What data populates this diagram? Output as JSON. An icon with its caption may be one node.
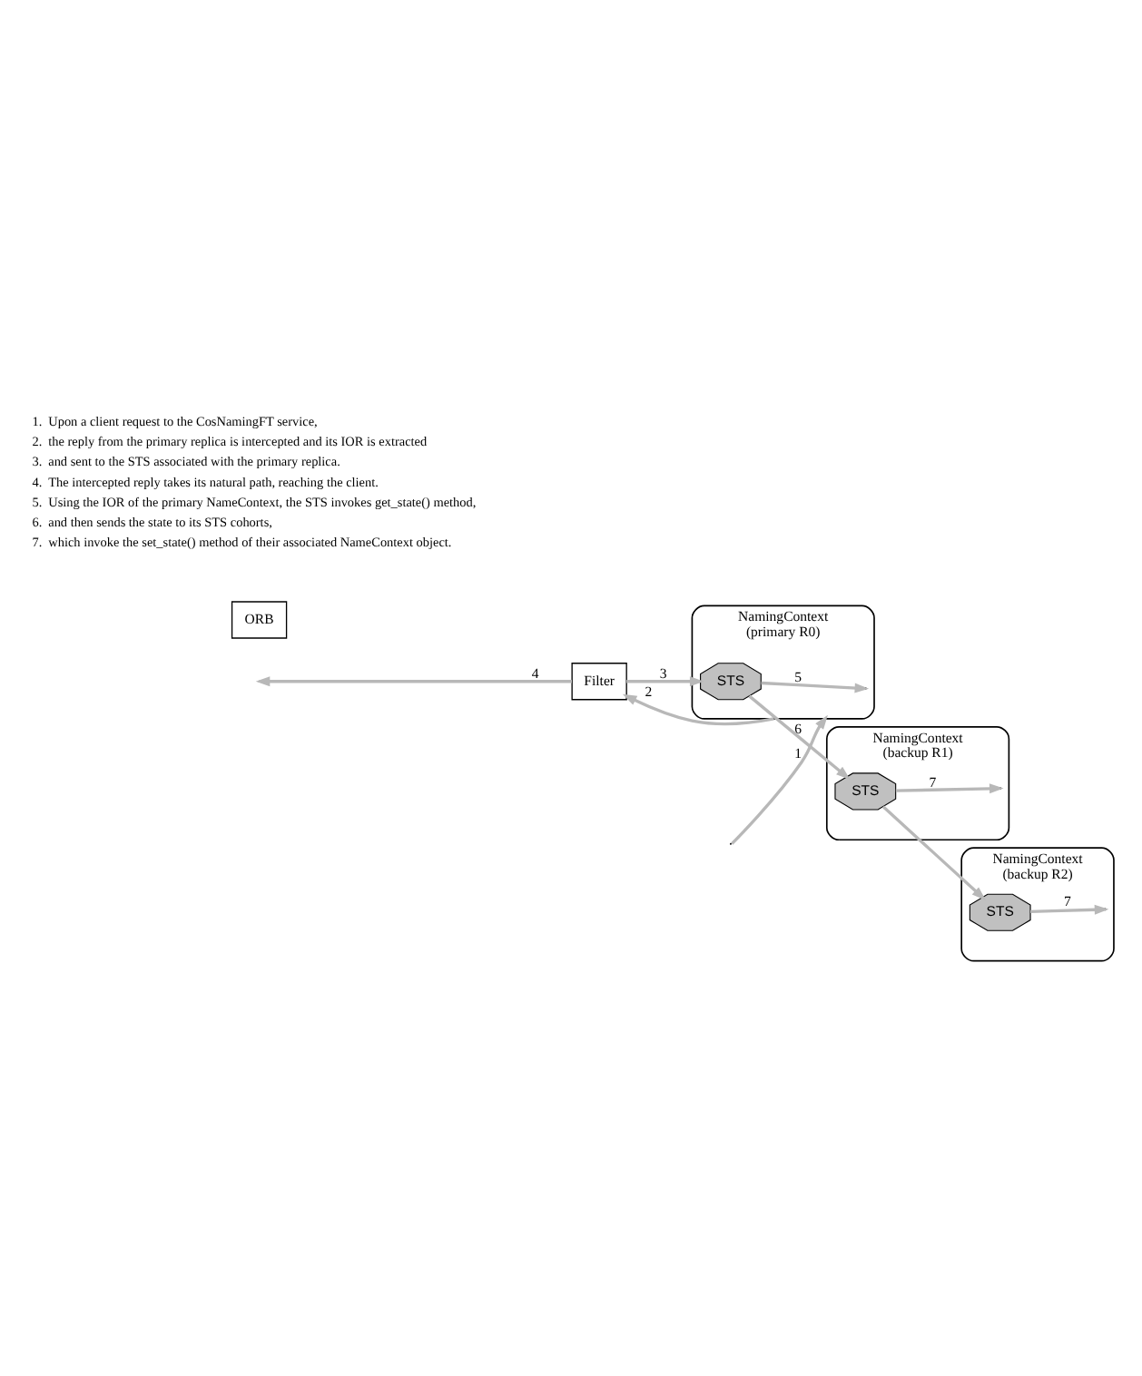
{
  "diagram": {
    "nodes": [
      {
        "text": [
          "NamingContext",
          "(primary R0)"
        ]
      },
      {
        "text": [
          "STS"
        ],
        "in": 0
      },
      {
        "text": [
          "NamingContext",
          "(backup R1)"
        ]
      },
      {
        "text": [
          "STS"
        ],
        "in": 2
      },
      {
        "text": [
          "NamingContext",
          "(backup R2)"
        ]
      },
      {
        "text": [
          "STS"
        ],
        "in": 4
      },
      {
        "text": [
          "Filter"
        ]
      },
      {
        "text": [
          "ORB"
        ]
      }
    ],
    "edges": [
      {
        "from": null,
        "to": 0,
        "arrow": "to",
        "label": "1"
      },
      {
        "from": 0,
        "to": 6,
        "arrow": "to",
        "label": "2"
      },
      {
        "from": 6,
        "to": 1,
        "arrow": "to",
        "label": "3"
      },
      {
        "from": 6,
        "to": null,
        "arrow": "to",
        "label": "4"
      },
      {
        "from": 1,
        "to": 0,
        "arrow": "to",
        "label": "5"
      },
      {
        "from": 1,
        "to": 3,
        "arrow": "to",
        "label": "6"
      },
      {
        "from": 3,
        "to": 5,
        "arrow": "to"
      },
      {
        "from": 3,
        "to": 2,
        "arrow": "to",
        "label": "7"
      },
      {
        "from": 5,
        "to": 4,
        "arrow": "to",
        "label": "7"
      }
    ],
    "labels": [
      "1.",
      "Upon a client request to the CosNamingFT service,",
      "2.",
      "the reply from the primary replica is intercepted and its IOR is extracted",
      "3.",
      "and sent to the STS associated with the primary replica.",
      "4.",
      "The intercepted reply takes its natural path, reaching the client.",
      "5.",
      "Using the IOR of the primary NameContext, the STS invokes get_state() method,",
      "6.",
      "and then sends the state to its STS cohorts,",
      "7.",
      "which invoke the set_state() method of their associated NameContext object."
    ]
  }
}
